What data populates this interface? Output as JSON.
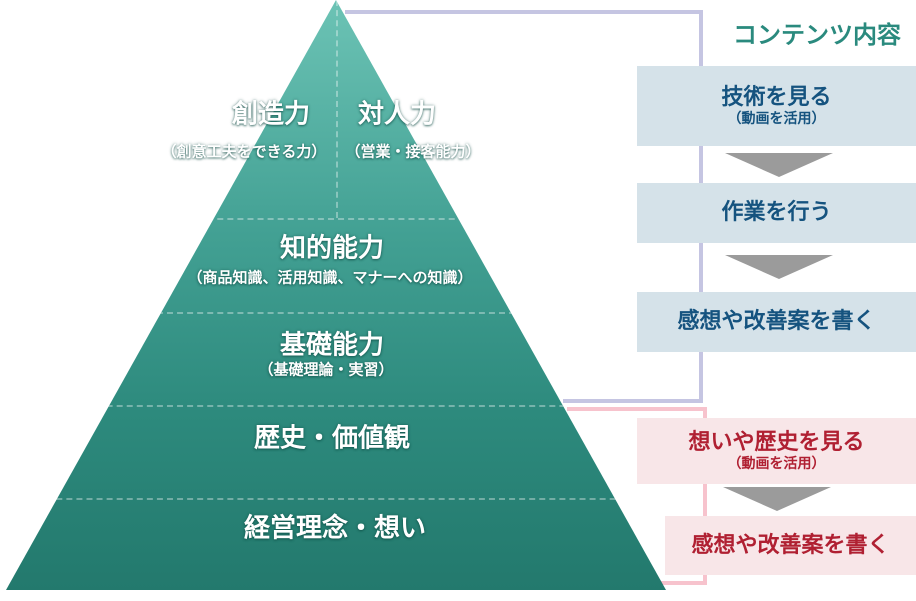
{
  "title": "コンテンツ内容",
  "pyramid": {
    "layers": [
      {
        "label": "創造力",
        "sub": "（創意工夫をできる力）"
      },
      {
        "label": "対人力",
        "sub": "（営業・接客能力）"
      },
      {
        "label": "知的能力",
        "sub": "（商品知識、活用知識、マナーへの知識）"
      },
      {
        "label": "基礎能力",
        "sub": "（基礎理論・実習）"
      },
      {
        "label": "歴史・価値観"
      },
      {
        "label": "経営理念・想い"
      }
    ]
  },
  "flow_blue": [
    {
      "label": "技術を見る",
      "sub": "（動画を活用）"
    },
    {
      "label": "作業を行う"
    },
    {
      "label": "感想や改善案を書く"
    }
  ],
  "flow_pink": [
    {
      "label": "想いや歴史を見る",
      "sub": "（動画を活用）"
    },
    {
      "label": "感想や改善案を書く"
    }
  ],
  "colors": {
    "pyramid_top": "#6cc3b5",
    "pyramid_bottom": "#23796d",
    "title_teal": "#2a8a7e",
    "blue_box_fill": "#d5e2e9",
    "blue_box_text": "#15537f",
    "pink_box_fill": "#f8e6e8",
    "pink_box_text": "#b02032",
    "arrow_gray": "#9b9b9b",
    "bracket_blue": "#c5c5e2",
    "bracket_pink": "#f7c3cd"
  }
}
